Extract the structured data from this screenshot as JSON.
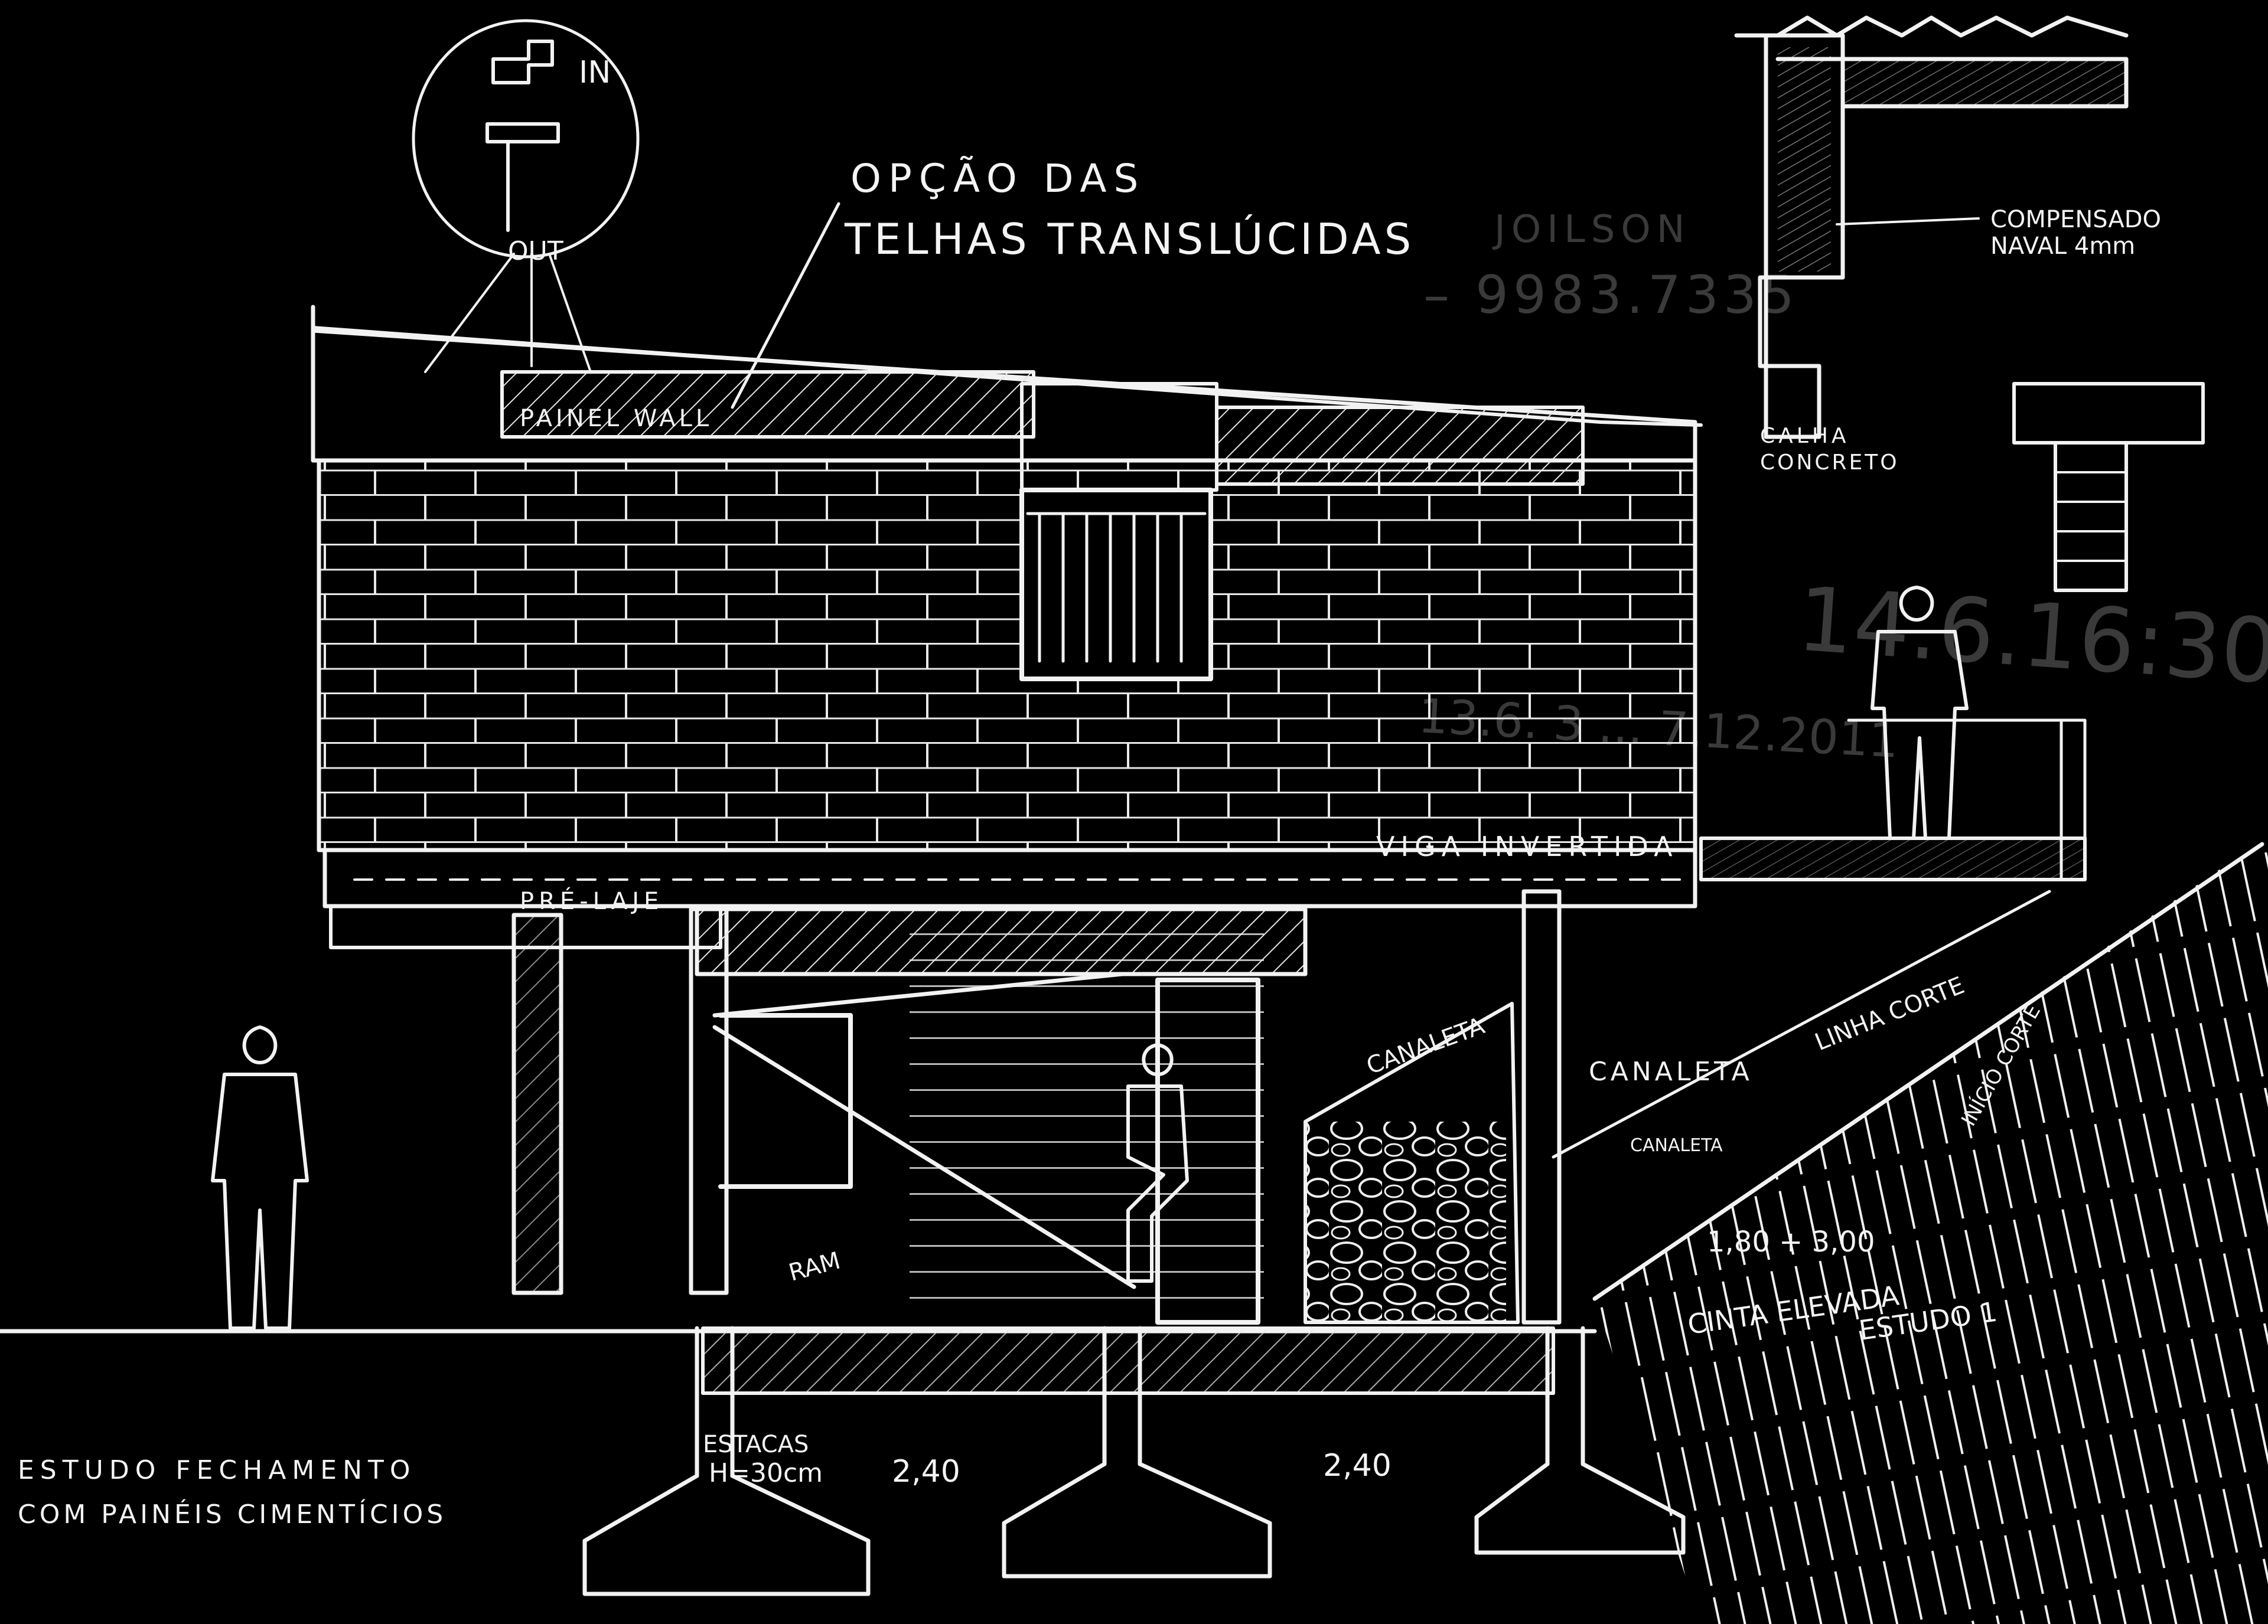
{
  "labels": {
    "roof_option_line1": "OPÇÃO DAS",
    "roof_option_line2": "TELHAS TRANSLÚCIDAS",
    "panel_wall": "PAINEL WALL",
    "inverted_beam": "VIGA INVERTIDA",
    "slab": "PRÉ-LAJE",
    "gutter_1": "CANALETA",
    "gutter_2": "CANALETA",
    "gutter_3": "CANALETA",
    "cut_line": "LINHA CORTE",
    "start_cut": "INÍCIO CORTE",
    "study_line1": "ESTUDO FECHAMENTO",
    "study_line2": "COM PAINÉIS CIMENTÍCIOS",
    "piles": "ESTACAS",
    "pile_depth": "H=30cm",
    "span_1": "2,40",
    "span_2": "2,40",
    "level_diff": "1,80 + 3,00",
    "elevated_ring": "CINTA ELEVADA",
    "study_1": "ESTUDO 1",
    "plywood_line1": "COMPENSADO",
    "plywood_line2": "NAVAL 4mm",
    "concrete_gutter_line1": "CALHA",
    "concrete_gutter_line2": "CONCRETO",
    "inset_in": "IN",
    "inset_out": "OUT",
    "faint_name": "JOILSON",
    "faint_phone": "– 9983.7335",
    "faint_date": "14.6.16:30",
    "faint_note": "13.6. 3 ... 7.12.2011",
    "ramp": "RAM"
  },
  "colors": {
    "background": "#000000",
    "ink": "#f2f2f2",
    "faint_ink": "#3a3a3a"
  },
  "icons": {
    "standing_person": "person-silhouette-icon",
    "detail_circle": "detail-callout-icon"
  }
}
